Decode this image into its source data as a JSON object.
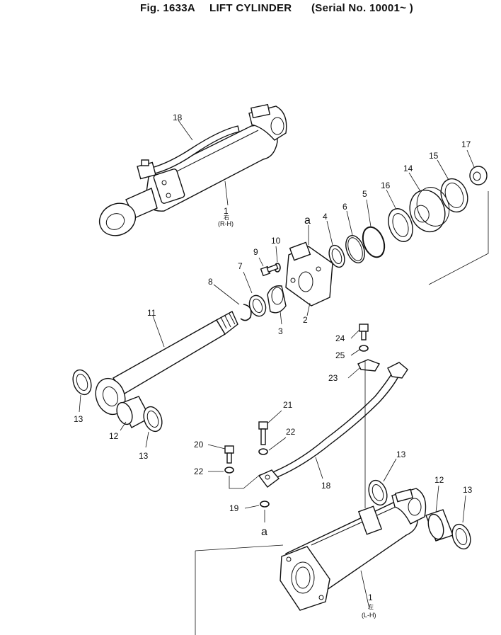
{
  "title": {
    "fig": "Fig. 1633A",
    "name": "LIFT CYLINDER",
    "serial": "(Serial No. 10001~ )"
  },
  "labels": {
    "p1_rh": "1",
    "rh_kanji": "右",
    "rh": "(R-H)",
    "p1_lh": "1",
    "lh_kanji": "左",
    "lh": "(L-H)",
    "p2": "2",
    "p3": "3",
    "p4": "4",
    "p5": "5",
    "p6": "6",
    "p7": "7",
    "p8": "8",
    "p9": "9",
    "p10": "10",
    "p11": "11",
    "p12a": "12",
    "p12b": "12",
    "p13a": "13",
    "p13b": "13",
    "p13c": "13",
    "p13d": "13",
    "p14": "14",
    "p15": "15",
    "p16": "16",
    "p17": "17",
    "p18a": "18",
    "p18b": "18",
    "p19": "19",
    "p20": "20",
    "p21": "21",
    "p22a": "22",
    "p22b": "22",
    "p23": "23",
    "p24": "24",
    "p25": "25",
    "a_top": "a",
    "a_bottom": "a"
  }
}
